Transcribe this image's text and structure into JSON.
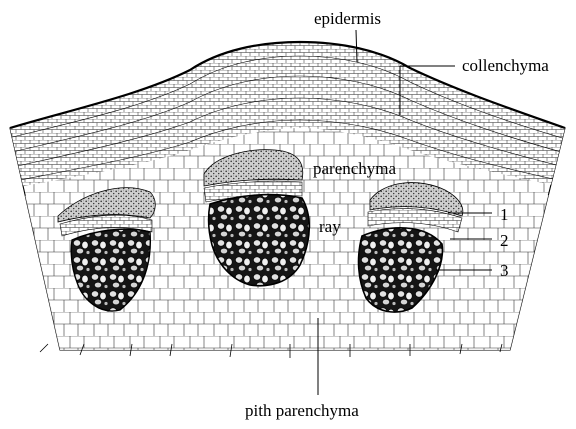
{
  "labels": {
    "epidermis": "epidermis",
    "collenchyma": "collenchyma",
    "parenchyma": "parenchyma",
    "ray": "ray",
    "one": "1",
    "two": "2",
    "three": "3",
    "pith_parenchyma": "pith parenchyma"
  },
  "colors": {
    "ink": "#000000",
    "background": "#ffffff"
  }
}
